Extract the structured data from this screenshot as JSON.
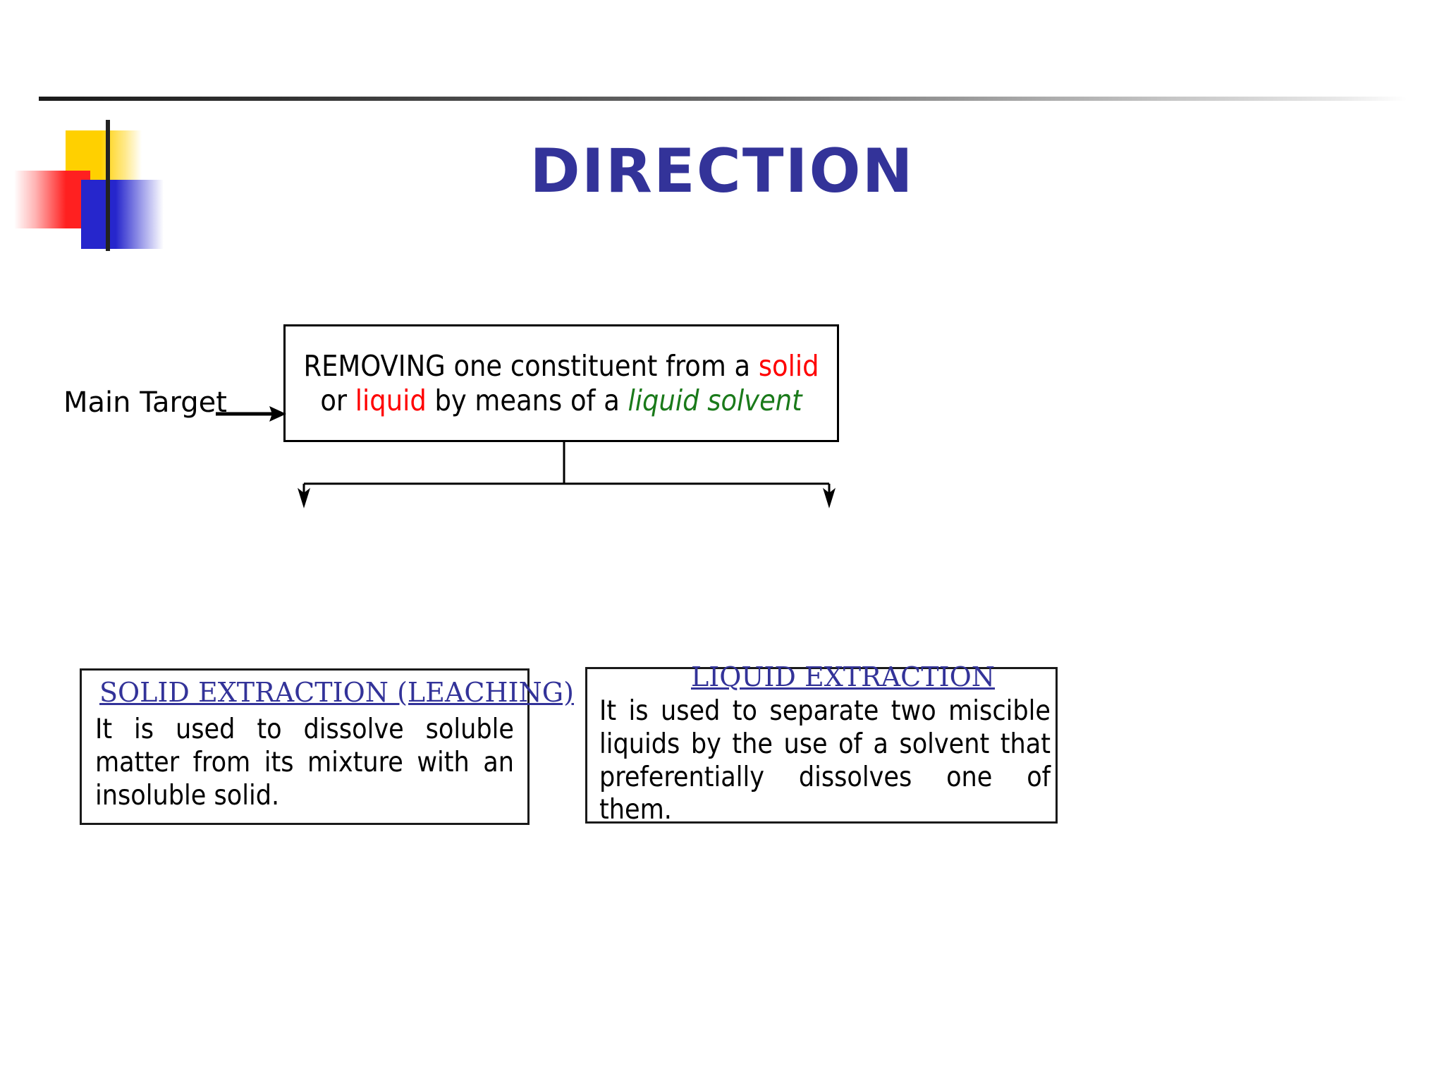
{
  "slide": {
    "title": "DIRECTION",
    "title_color": "#333399",
    "background": "#FFFFFF"
  },
  "logo": {
    "name": "decorative-squares-logo",
    "squares": [
      {
        "name": "yellow-square",
        "color": "#FFD000"
      },
      {
        "name": "red-square",
        "color": "#FF2020"
      },
      {
        "name": "blue-square",
        "color": "#2626CC"
      }
    ],
    "rule_color": "#222222"
  },
  "main_target": {
    "label": "Main Target",
    "arrow": "arrow-right"
  },
  "main_box": {
    "name": "definition-box",
    "segments": [
      {
        "text": "REMOVING one constituent from a ",
        "style": "plain"
      },
      {
        "text": "solid",
        "style": "red"
      },
      {
        "text": " or ",
        "style": "plain"
      },
      {
        "text": "liquid",
        "style": "red"
      },
      {
        "text": " by means of a ",
        "style": "plain"
      },
      {
        "text": "liquid solvent",
        "style": "green-italic"
      }
    ],
    "full_text": "REMOVING one constituent from a solid or liquid by means of a liquid solvent",
    "line1_prefix": "REMOVING one constituent from a ",
    "line1_red": "solid",
    "line2_prefix": "or ",
    "line2_red": "liquid",
    "line2_mid": " by means of a ",
    "line2_green": "liquid solvent",
    "colors": {
      "red": "#FF0000",
      "green": "#1A7A1A",
      "text": "#000000"
    }
  },
  "branches": [
    {
      "name": "solid-extraction",
      "heading": "SOLID EXTRACTION (LEACHING)",
      "body": "It is used to dissolve soluble matter from its mixture with an insoluble solid.",
      "heading_color": "#333399"
    },
    {
      "name": "liquid-extraction",
      "heading": "LIQUID EXTRACTION",
      "body": "It is used to separate two miscible liquids by the use of a solvent that preferentially dissolves one of them.",
      "heading_color": "#333399"
    }
  ]
}
